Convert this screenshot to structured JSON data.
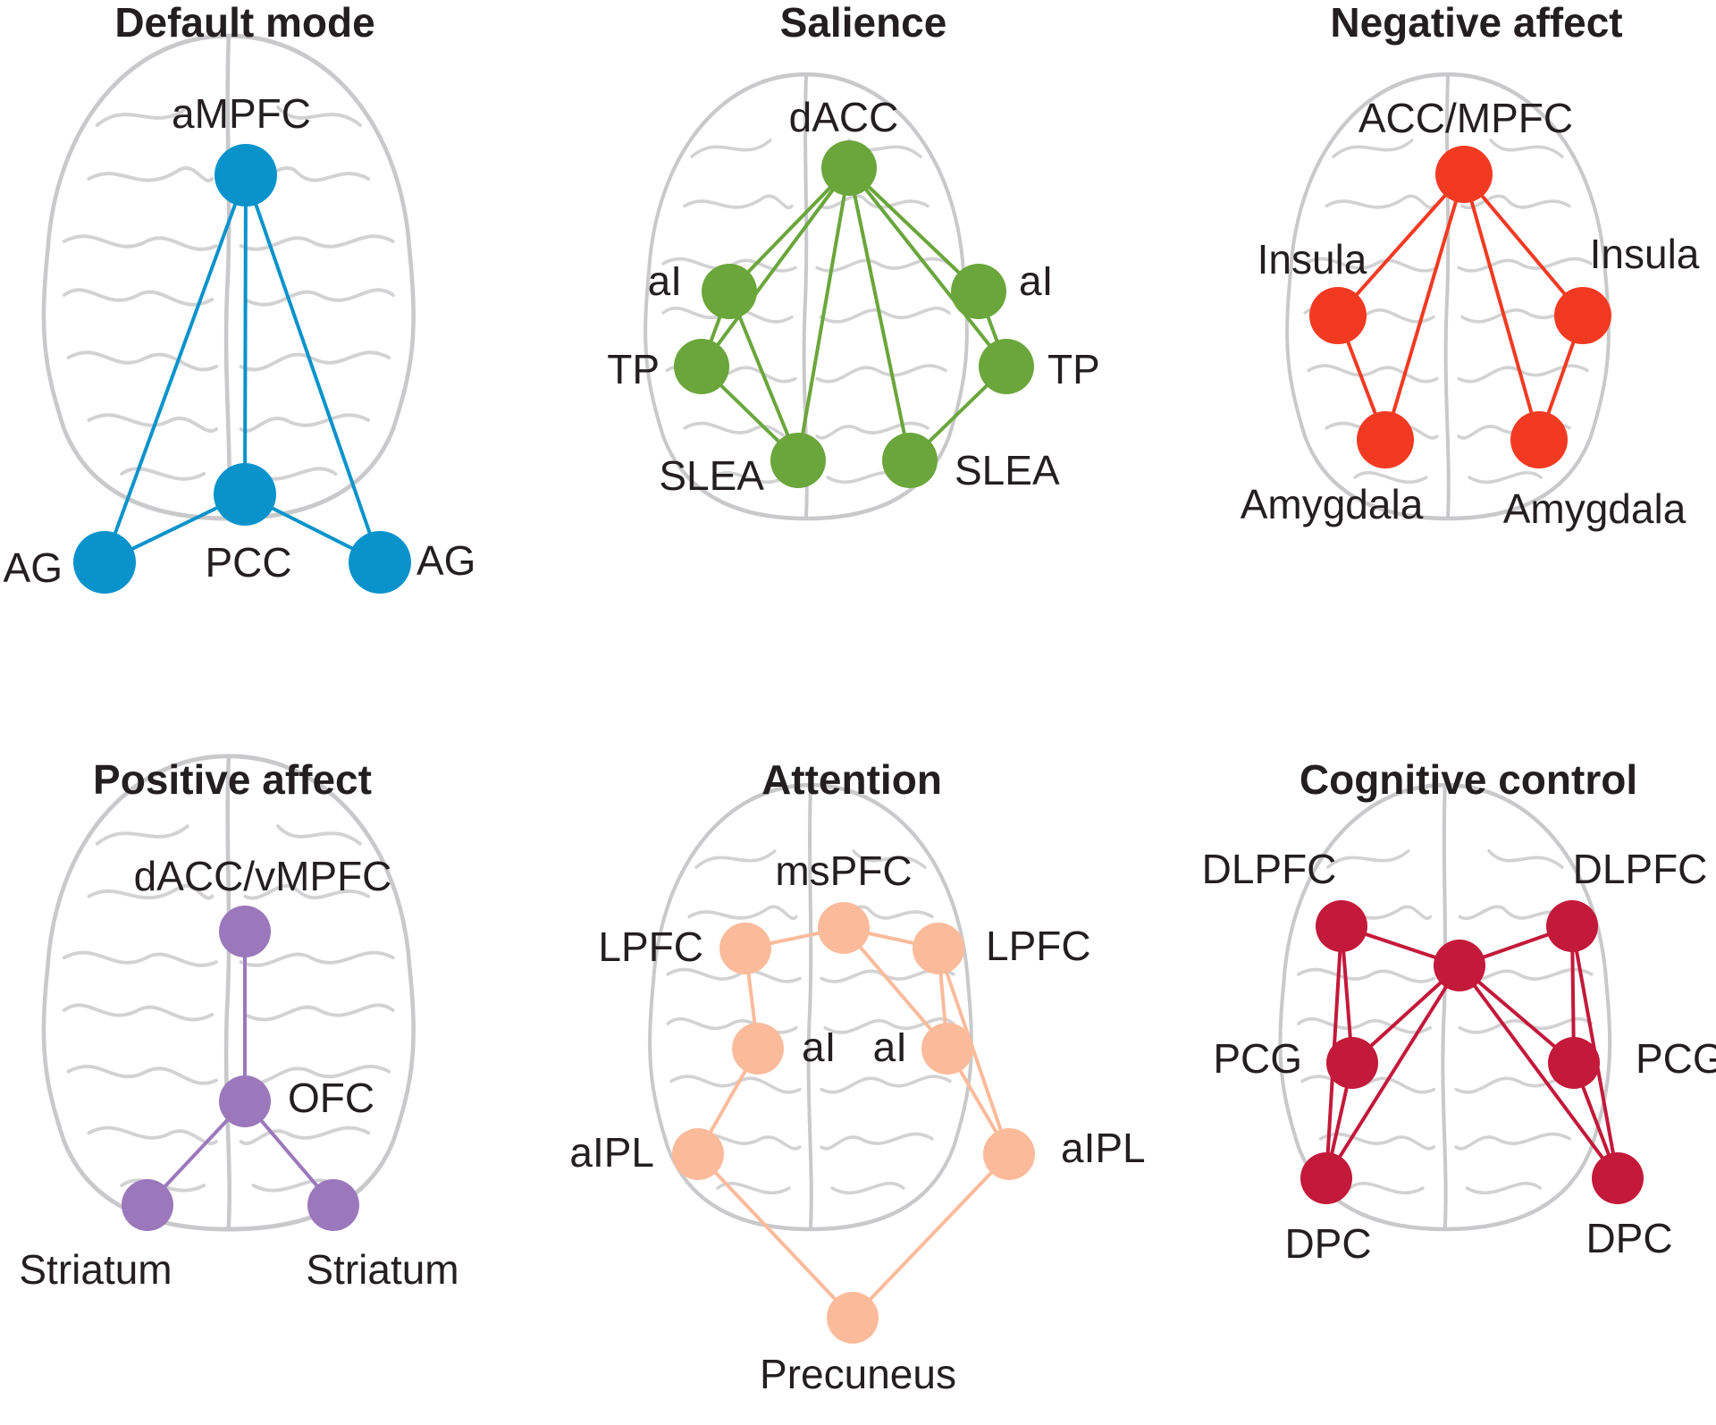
{
  "networks": [
    {
      "id": "default-mode",
      "title": "Default mode",
      "color": "#0a93cb",
      "nodes": [
        {
          "id": "aMPFC",
          "label": "aMPFC"
        },
        {
          "id": "PCC",
          "label": "PCC"
        },
        {
          "id": "AG_L",
          "label": "AG"
        },
        {
          "id": "AG_R",
          "label": "AG"
        }
      ],
      "edges": [
        [
          "aMPFC",
          "PCC"
        ],
        [
          "aMPFC",
          "AG_L"
        ],
        [
          "aMPFC",
          "AG_R"
        ],
        [
          "PCC",
          "AG_L"
        ],
        [
          "PCC",
          "AG_R"
        ]
      ]
    },
    {
      "id": "salience",
      "title": "Salience",
      "color": "#6aa63b",
      "nodes": [
        {
          "id": "dACC",
          "label": "dACC"
        },
        {
          "id": "aI_L",
          "label": "aI"
        },
        {
          "id": "aI_R",
          "label": "aI"
        },
        {
          "id": "TP_L",
          "label": "TP"
        },
        {
          "id": "TP_R",
          "label": "TP"
        },
        {
          "id": "SLEA_L",
          "label": "SLEA"
        },
        {
          "id": "SLEA_R",
          "label": "SLEA"
        }
      ],
      "edges": [
        [
          "dACC",
          "aI_L"
        ],
        [
          "dACC",
          "aI_R"
        ],
        [
          "dACC",
          "TP_L"
        ],
        [
          "dACC",
          "TP_R"
        ],
        [
          "dACC",
          "SLEA_L"
        ],
        [
          "dACC",
          "SLEA_R"
        ],
        [
          "aI_L",
          "TP_L"
        ],
        [
          "aI_L",
          "SLEA_L"
        ],
        [
          "TP_L",
          "SLEA_L"
        ],
        [
          "aI_R",
          "TP_R"
        ],
        [
          "TP_R",
          "SLEA_R"
        ]
      ]
    },
    {
      "id": "negative-affect",
      "title": "Negative affect",
      "color": "#f23a22",
      "nodes": [
        {
          "id": "ACC",
          "label": "ACC/MPFC"
        },
        {
          "id": "Ins_L",
          "label": "Insula"
        },
        {
          "id": "Ins_R",
          "label": "Insula"
        },
        {
          "id": "Amy_L",
          "label": "Amygdala"
        },
        {
          "id": "Amy_R",
          "label": "Amygdala"
        }
      ],
      "edges": [
        [
          "ACC",
          "Ins_L"
        ],
        [
          "ACC",
          "Ins_R"
        ],
        [
          "ACC",
          "Amy_L"
        ],
        [
          "ACC",
          "Amy_R"
        ],
        [
          "Ins_L",
          "Amy_L"
        ],
        [
          "Ins_R",
          "Amy_R"
        ]
      ]
    },
    {
      "id": "positive-affect",
      "title": "Positive affect",
      "color": "#9b78bb",
      "nodes": [
        {
          "id": "dACCv",
          "label": "dACC/vMPFC"
        },
        {
          "id": "OFC",
          "label": "OFC"
        },
        {
          "id": "Str_L",
          "label": "Striatum"
        },
        {
          "id": "Str_R",
          "label": "Striatum"
        }
      ],
      "edges": [
        [
          "dACCv",
          "OFC"
        ],
        [
          "OFC",
          "Str_L"
        ],
        [
          "OFC",
          "Str_R"
        ]
      ]
    },
    {
      "id": "attention",
      "title": "Attention",
      "color": "#fbbb9b",
      "nodes": [
        {
          "id": "msPFC",
          "label": "msPFC"
        },
        {
          "id": "LPFC_L",
          "label": "LPFC"
        },
        {
          "id": "LPFC_R",
          "label": "LPFC"
        },
        {
          "id": "aI_L",
          "label": "aI"
        },
        {
          "id": "aI_R",
          "label": "aI"
        },
        {
          "id": "aIPL_L",
          "label": "aIPL"
        },
        {
          "id": "aIPL_R",
          "label": "aIPL"
        },
        {
          "id": "Prec",
          "label": "Precuneus"
        }
      ],
      "edges": [
        [
          "msPFC",
          "LPFC_L"
        ],
        [
          "msPFC",
          "LPFC_R"
        ],
        [
          "msPFC",
          "aI_R"
        ],
        [
          "LPFC_L",
          "aI_L"
        ],
        [
          "LPFC_R",
          "aI_R"
        ],
        [
          "LPFC_R",
          "aIPL_R"
        ],
        [
          "aI_L",
          "aIPL_L"
        ],
        [
          "aI_R",
          "aIPL_R"
        ],
        [
          "aIPL_L",
          "Prec"
        ],
        [
          "aIPL_R",
          "Prec"
        ]
      ]
    },
    {
      "id": "cognitive-control",
      "title": "Cognitive control",
      "color": "#c3193a",
      "nodes": [
        {
          "id": "DLPFC_L",
          "label": "DLPFC"
        },
        {
          "id": "DLPFC_R",
          "label": "DLPFC"
        },
        {
          "id": "C",
          "label": ""
        },
        {
          "id": "PCG_L",
          "label": "PCG"
        },
        {
          "id": "PCG_R",
          "label": "PCG"
        },
        {
          "id": "DPC_L",
          "label": "DPC"
        },
        {
          "id": "DPC_R",
          "label": "DPC"
        }
      ],
      "edges": [
        [
          "DLPFC_L",
          "C"
        ],
        [
          "DLPFC_R",
          "C"
        ],
        [
          "DLPFC_L",
          "PCG_L"
        ],
        [
          "DLPFC_L",
          "DPC_L"
        ],
        [
          "PCG_L",
          "DPC_L"
        ],
        [
          "C",
          "PCG_L"
        ],
        [
          "C",
          "DPC_L"
        ],
        [
          "DLPFC_R",
          "PCG_R"
        ],
        [
          "DLPFC_R",
          "DPC_R"
        ],
        [
          "PCG_R",
          "DPC_R"
        ],
        [
          "C",
          "PCG_R"
        ],
        [
          "C",
          "DPC_R"
        ]
      ]
    }
  ]
}
